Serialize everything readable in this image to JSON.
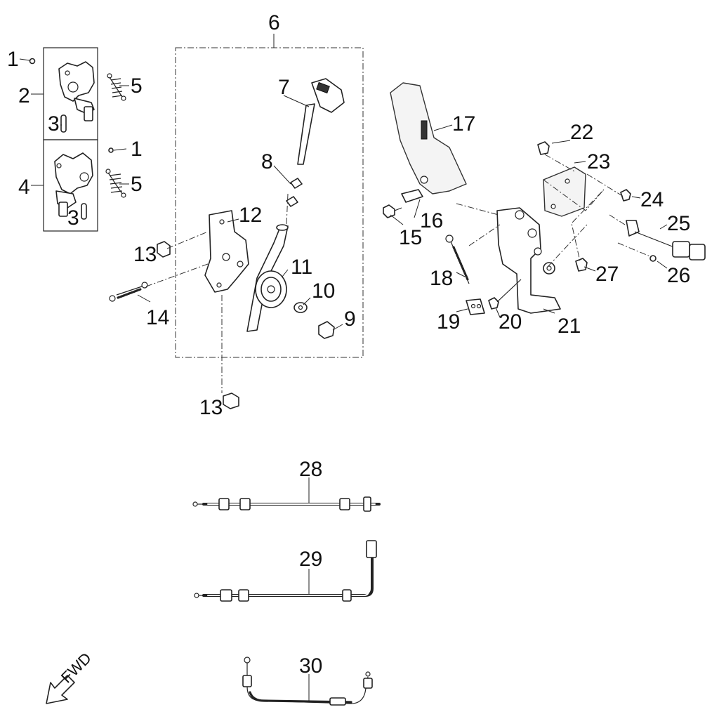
{
  "diagram": {
    "callouts": {
      "c1a": "1",
      "c1b": "1",
      "c2": "2",
      "c3a": "3",
      "c3b": "3",
      "c4": "4",
      "c5a": "5",
      "c5b": "5",
      "c6": "6",
      "c7": "7",
      "c8": "8",
      "c9": "9",
      "c10": "10",
      "c11": "11",
      "c12": "12",
      "c13a": "13",
      "c13b": "13",
      "c14": "14",
      "c15": "15",
      "c16": "16",
      "c17": "17",
      "c18": "18",
      "c19": "19",
      "c20": "20",
      "c21": "21",
      "c22": "22",
      "c23": "23",
      "c24": "24",
      "c25": "25",
      "c26": "26",
      "c27": "27",
      "c28": "28",
      "c29": "29",
      "c30": "30"
    },
    "direction_label": "FWD"
  }
}
